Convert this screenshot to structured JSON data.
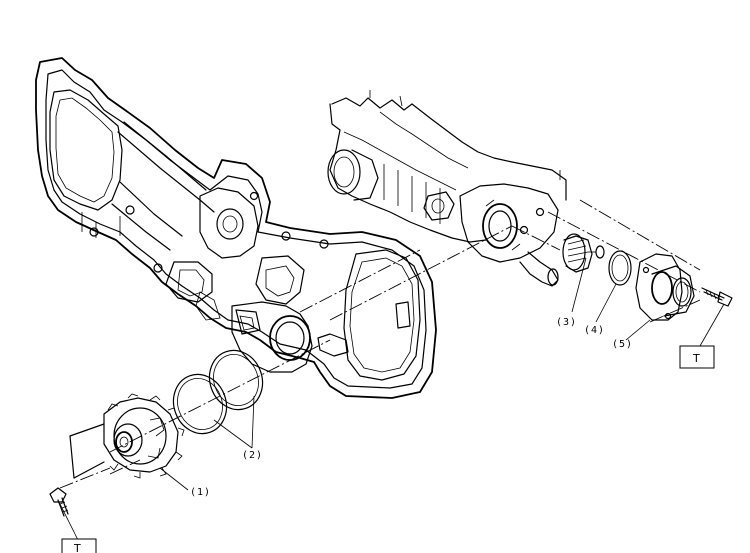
{
  "labels": {
    "part1": "(1)",
    "part2": "(2)",
    "part3": "(3)",
    "part4": "(4)",
    "part5": "(5)"
  },
  "torque": {
    "left": "T",
    "right": "T"
  }
}
